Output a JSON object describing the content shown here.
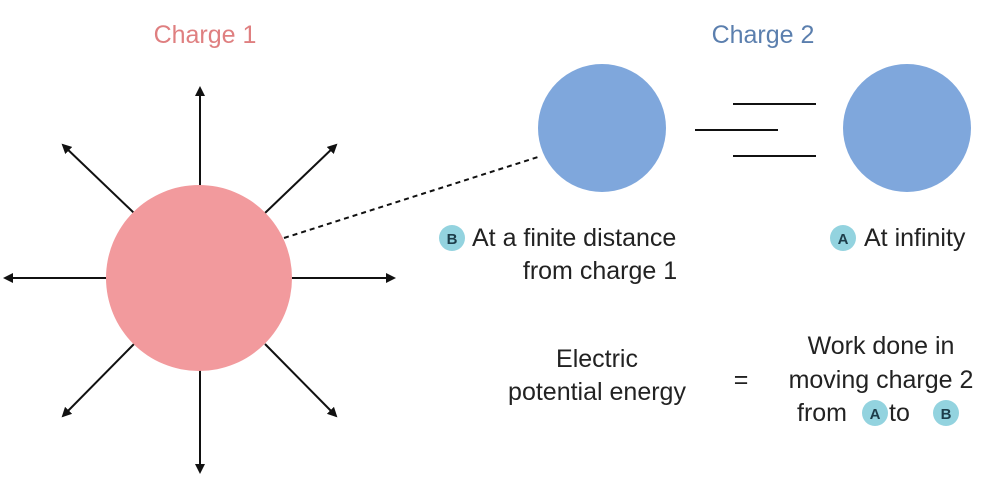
{
  "charge1": {
    "title": "Charge 1",
    "color": "#f29a9d",
    "title_color": "#df7f80"
  },
  "charge2": {
    "title": "Charge 2",
    "color": "#7fa7dc",
    "title_color": "#5b7fae"
  },
  "badge_color": "#93d3df",
  "position_b": {
    "badge": "B",
    "line1": "At a finite distance",
    "line2": "from charge 1"
  },
  "position_a": {
    "badge": "A",
    "label": "At infinity"
  },
  "equation": {
    "lhs_line1": "Electric",
    "lhs_line2": "potential energy",
    "equals": "=",
    "rhs_line1": "Work done in",
    "rhs_line2": "moving charge 2",
    "rhs_from": "from",
    "rhs_badge_a": "A",
    "rhs_to": "to",
    "rhs_badge_b": "B"
  }
}
